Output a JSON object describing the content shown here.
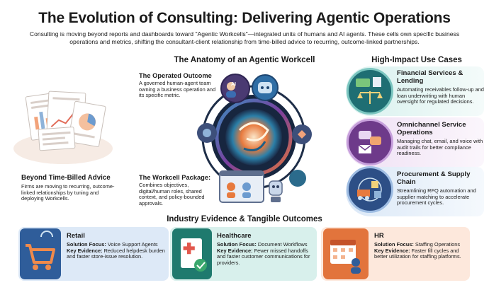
{
  "header": {
    "title": "The Evolution of Consulting: Delivering Agentic Operations",
    "subtitle": "Consulting is moving beyond reports and dashboards toward \"Agentic Workcells\"—integrated units of humans and AI agents. These cells own specific business operations and metrics, shifting the consultant-client relationship from time-billed advice to recurring, outcome-linked partnerships."
  },
  "left": {
    "title": "Beyond Time-Billed Advice",
    "text": "Firms are moving to recurring, outcome-linked relationships by tuning and deploying Workcells."
  },
  "anatomy": {
    "title": "The Anatomy of an Agentic Workcell",
    "outcome_title": "The Operated Outcome",
    "outcome_text": "A governed human-agent team owning a business operation and its specific metric.",
    "package_title": "The Workcell Package:",
    "package_text": "Combines objectives, digital/human roles, shared context, and policy-bounded approvals.",
    "ai_label": "AI"
  },
  "usecases": {
    "title": "High-Impact Use Cases",
    "items": [
      {
        "title": "Financial Services & Lending",
        "text": "Automating receivables follow-up and loan underwriting with human oversight for regulated decisions."
      },
      {
        "title": "Omnichannel Service Operations",
        "text": "Managing chat, email, and voice with audit trails for better compliance readiness."
      },
      {
        "title": "Procurement & Supply Chain",
        "text": "Streamlining RFQ automation and supplier matching to accelerate procurement cycles."
      }
    ]
  },
  "evidence": {
    "title": "Industry Evidence & Tangible Outcomes",
    "focus_label": "Solution Focus:",
    "evidence_label": "Key Evidence:",
    "cards": [
      {
        "title": "Retail",
        "focus": "Voice Support Agents",
        "evidence": "Reduced helpdesk burden and faster store-issue resolution."
      },
      {
        "title": "Healthcare",
        "focus": "Document Workflows",
        "evidence": "Fewer missed handoffs and faster customer communications for providers."
      },
      {
        "title": "HR",
        "focus": "Staffing Operations",
        "evidence": "Faster fill cycles and better utilization for staffing platforms."
      }
    ]
  },
  "colors": {
    "finance_bg": "#d8f1ee",
    "omni_bg": "#efe0f4",
    "procure_bg": "#dbe8f7",
    "retail_bg": "#dde9f7",
    "health_bg": "#d8f0ec",
    "hr_bg": "#fde8dc"
  }
}
